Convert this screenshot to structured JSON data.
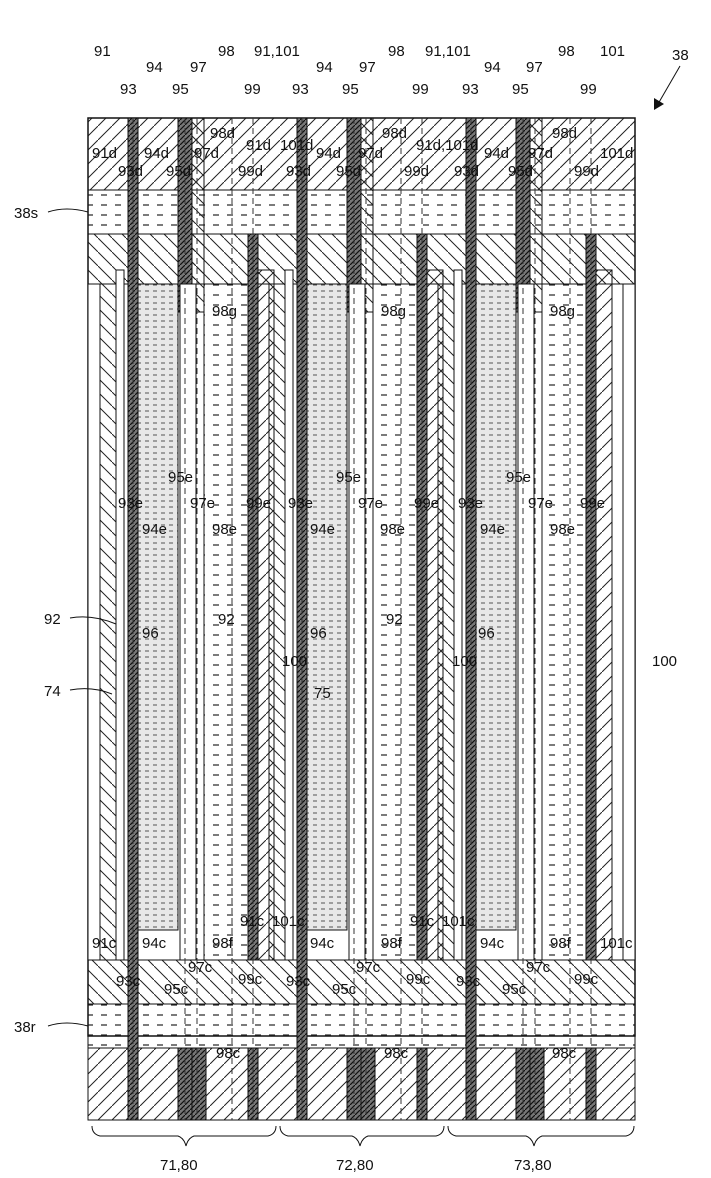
{
  "figure_number": "38",
  "top_labels": [
    "91",
    "94",
    "97",
    "98",
    "91,101",
    "94",
    "97",
    "98",
    "91,101",
    "94",
    "97",
    "98",
    "101",
    "93",
    "95",
    "99",
    "93",
    "95",
    "99",
    "93",
    "95",
    "99"
  ],
  "top_d_labels": [
    "91d",
    "94d",
    "98d",
    "91d",
    "101d",
    "94d",
    "97d",
    "98d",
    "91d,101d",
    "94d",
    "97d",
    "98d",
    "101d",
    "93d",
    "95d",
    "99d",
    "93d",
    "95d",
    "99d",
    "93d",
    "95d",
    "99d",
    "97d"
  ],
  "g_labels": [
    "98g",
    "98g",
    "98g"
  ],
  "mid_labels": [
    "95e",
    "93e",
    "97e",
    "99e",
    "94e",
    "98e",
    "95e",
    "93e",
    "97e",
    "99e",
    "94e",
    "98e",
    "95e",
    "93e",
    "97e",
    "99e",
    "94e",
    "98e"
  ],
  "side_labels": [
    "92",
    "74",
    "96",
    "92",
    "96",
    "100",
    "75",
    "92",
    "96",
    "100",
    "100"
  ],
  "c_labels": [
    "91c",
    "101c",
    "91c",
    "101c",
    "91c",
    "94c",
    "98f",
    "94c",
    "98f",
    "94c",
    "98f",
    "101c",
    "93c",
    "95c",
    "97c",
    "99c",
    "93c",
    "95c",
    "97c",
    "99c",
    "93c",
    "95c",
    "97c",
    "99c"
  ],
  "bottom_c_labels": [
    "98c",
    "98c",
    "98c"
  ],
  "layer_labels": [
    "38s",
    "38r"
  ],
  "group_labels": [
    "71,80",
    "72,80",
    "73,80"
  ]
}
